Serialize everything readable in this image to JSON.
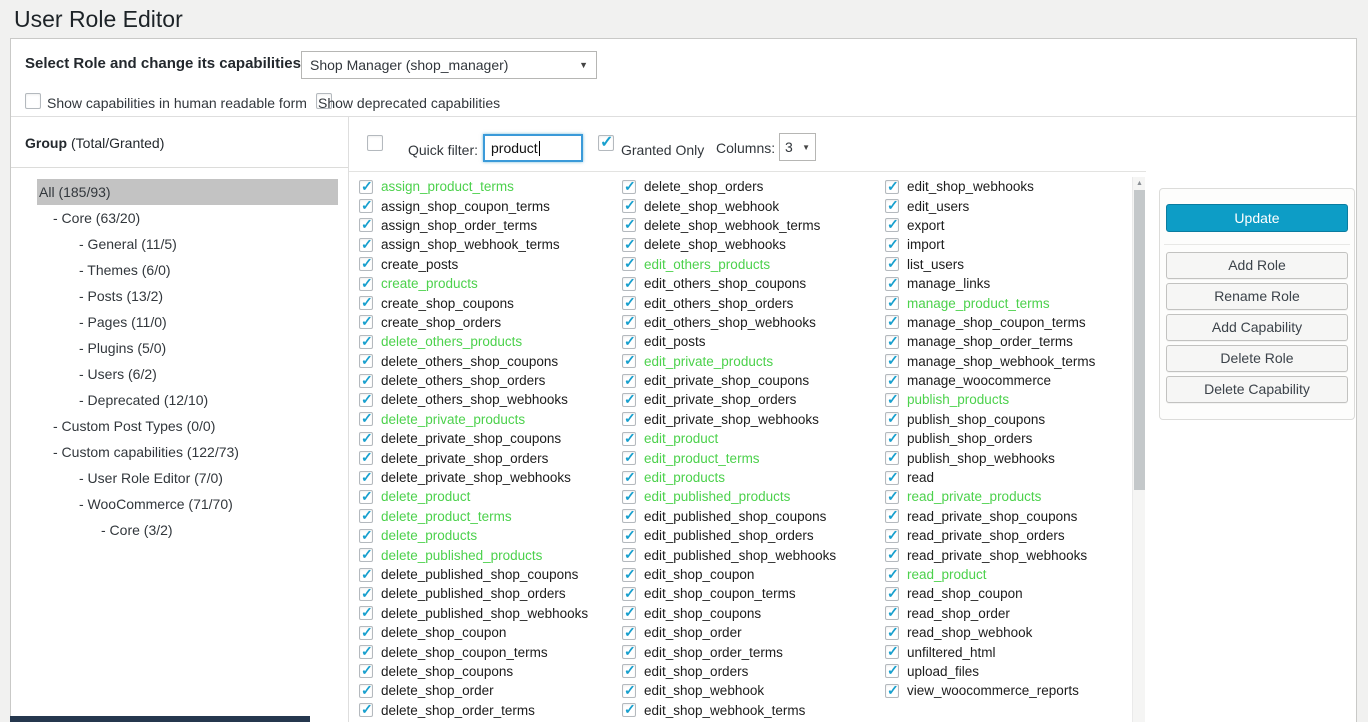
{
  "page": {
    "title": "User Role Editor"
  },
  "role_selector": {
    "label": "Select Role and change its capabilities:",
    "value": "Shop Manager (shop_manager)"
  },
  "options": [
    {
      "label": "Show capabilities in human readable form",
      "checked": false
    },
    {
      "label": "Show deprecated capabilities",
      "checked": false
    }
  ],
  "tree": {
    "header_bold": "Group",
    "header_rest": "(Total/Granted)",
    "items": [
      {
        "label": "All (185/93)",
        "level": 0,
        "selected": true
      },
      {
        "label": "- Core (63/20)",
        "level": 1,
        "selected": false
      },
      {
        "label": "- General (11/5)",
        "level": 2,
        "selected": false
      },
      {
        "label": "- Themes (6/0)",
        "level": 2,
        "selected": false
      },
      {
        "label": "- Posts (13/2)",
        "level": 2,
        "selected": false
      },
      {
        "label": "- Pages (11/0)",
        "level": 2,
        "selected": false
      },
      {
        "label": "- Plugins (5/0)",
        "level": 2,
        "selected": false
      },
      {
        "label": "- Users (6/2)",
        "level": 2,
        "selected": false
      },
      {
        "label": "- Deprecated (12/10)",
        "level": 2,
        "selected": false
      },
      {
        "label": "- Custom Post Types (0/0)",
        "level": 1,
        "selected": false
      },
      {
        "label": "- Custom capabilities (122/73)",
        "level": 1,
        "selected": false
      },
      {
        "label": "- User Role Editor (7/0)",
        "level": 2,
        "selected": false
      },
      {
        "label": "- WooCommerce (71/70)",
        "level": 2,
        "selected": false
      },
      {
        "label": "- Core (3/2)",
        "level": 3,
        "selected": false
      }
    ]
  },
  "filter_bar": {
    "select_all_checked": false,
    "quick_filter_label": "Quick filter:",
    "quick_filter_value": "product",
    "granted_only_label": "Granted Only",
    "granted_only_checked": true,
    "columns_label": "Columns:",
    "columns_value": "3"
  },
  "capabilities": {
    "all_checked": true,
    "highlight_color": "#4cd14c",
    "columns": [
      [
        "assign_product_terms",
        "assign_shop_coupon_terms",
        "assign_shop_order_terms",
        "assign_shop_webhook_terms",
        "create_posts",
        "create_products",
        "create_shop_coupons",
        "create_shop_orders",
        "delete_others_products",
        "delete_others_shop_coupons",
        "delete_others_shop_orders",
        "delete_others_shop_webhooks",
        "delete_private_products",
        "delete_private_shop_coupons",
        "delete_private_shop_orders",
        "delete_private_shop_webhooks",
        "delete_product",
        "delete_product_terms",
        "delete_products",
        "delete_published_products",
        "delete_published_shop_coupons",
        "delete_published_shop_orders",
        "delete_published_shop_webhooks",
        "delete_shop_coupon",
        "delete_shop_coupon_terms",
        "delete_shop_coupons",
        "delete_shop_order",
        "delete_shop_order_terms"
      ],
      [
        "delete_shop_orders",
        "delete_shop_webhook",
        "delete_shop_webhook_terms",
        "delete_shop_webhooks",
        "edit_others_products",
        "edit_others_shop_coupons",
        "edit_others_shop_orders",
        "edit_others_shop_webhooks",
        "edit_posts",
        "edit_private_products",
        "edit_private_shop_coupons",
        "edit_private_shop_orders",
        "edit_private_shop_webhooks",
        "edit_product",
        "edit_product_terms",
        "edit_products",
        "edit_published_products",
        "edit_published_shop_coupons",
        "edit_published_shop_orders",
        "edit_published_shop_webhooks",
        "edit_shop_coupon",
        "edit_shop_coupon_terms",
        "edit_shop_coupons",
        "edit_shop_order",
        "edit_shop_order_terms",
        "edit_shop_orders",
        "edit_shop_webhook",
        "edit_shop_webhook_terms"
      ],
      [
        "edit_shop_webhooks",
        "edit_users",
        "export",
        "import",
        "list_users",
        "manage_links",
        "manage_product_terms",
        "manage_shop_coupon_terms",
        "manage_shop_order_terms",
        "manage_shop_webhook_terms",
        "manage_woocommerce",
        "publish_products",
        "publish_shop_coupons",
        "publish_shop_orders",
        "publish_shop_webhooks",
        "read",
        "read_private_products",
        "read_private_shop_coupons",
        "read_private_shop_orders",
        "read_private_shop_webhooks",
        "read_product",
        "read_shop_coupon",
        "read_shop_order",
        "read_shop_webhook",
        "unfiltered_html",
        "upload_files",
        "view_woocommerce_reports"
      ]
    ]
  },
  "actions": {
    "update_label": "Update",
    "buttons": [
      "Add Role",
      "Rename Role",
      "Add Capability",
      "Delete Role",
      "Delete Capability"
    ]
  },
  "colors": {
    "accent": "#0d9dc6",
    "check": "#18a0ce",
    "highlight": "#4cd14c",
    "selected_bg": "#c3c3c3"
  }
}
